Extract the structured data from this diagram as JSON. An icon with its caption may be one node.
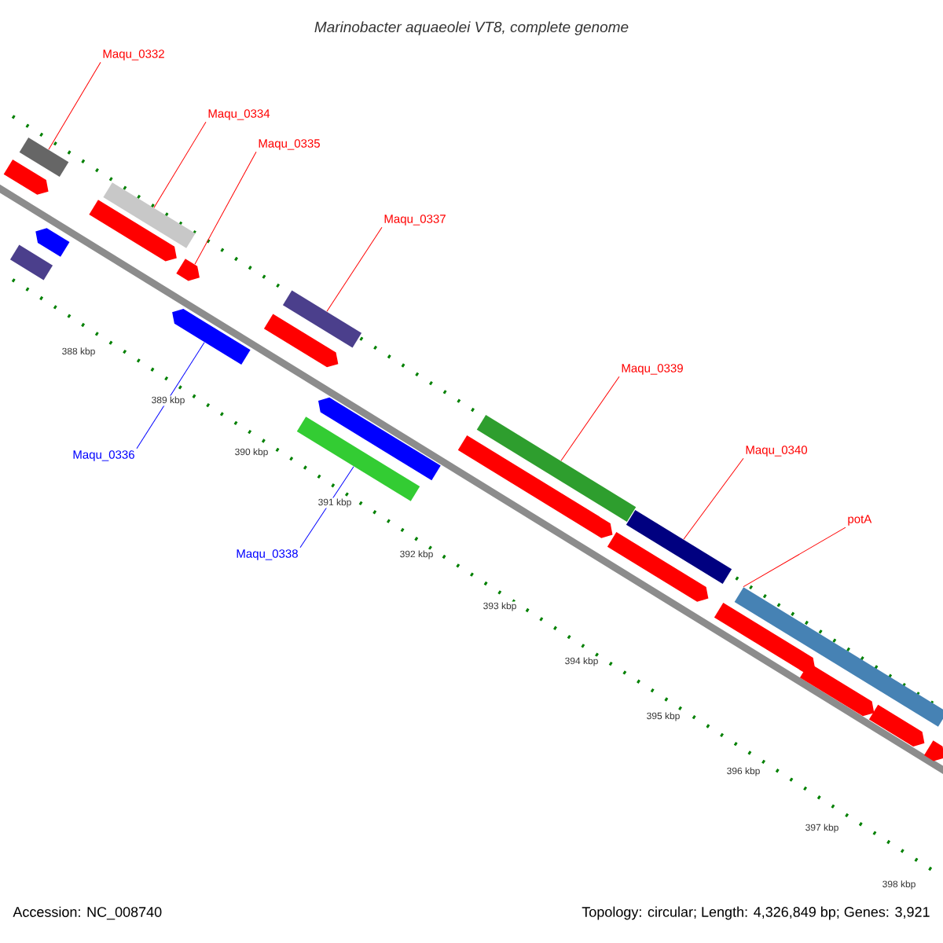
{
  "diagram": {
    "title": "Marinobacter aquaeolei VT8, complete genome",
    "nodes": [
      {
        "text": [
          "Maqu_0332"
        ]
      },
      {
        "text": [
          "Maqu_0334"
        ]
      },
      {
        "text": [
          "Maqu_0335"
        ]
      },
      {
        "text": [
          "Maqu_0337"
        ]
      },
      {
        "text": [
          "Maqu_0339"
        ]
      },
      {
        "text": [
          "Maqu_0340"
        ]
      },
      {
        "text": [
          "potA"
        ]
      },
      {
        "text": [
          "Maqu_0336"
        ]
      },
      {
        "text": [
          "Maqu_0338"
        ]
      },
      {
        "text": [],
        "shape": "bar"
      },
      {
        "text": [],
        "shape": "bar"
      },
      {
        "text": [],
        "shape": "bar"
      },
      {
        "text": [],
        "shape": "bar"
      },
      {
        "text": [],
        "shape": "bar"
      },
      {
        "text": [],
        "shape": "bar"
      },
      {
        "text": [],
        "shape": "bar"
      },
      {
        "text": [],
        "shape": "bar"
      },
      {
        "text": [],
        "shape": "bar"
      },
      {
        "text": [],
        "shape": "bar"
      },
      {
        "text": [],
        "shape": "bar"
      },
      {
        "text": [],
        "shape": "bar"
      },
      {
        "text": [],
        "shape": "bar"
      },
      {
        "text": [],
        "shape": "bar"
      },
      {
        "text": [],
        "shape": "bar"
      },
      {
        "text": [],
        "shape": "bar"
      },
      {
        "text": [],
        "shape": "bar"
      },
      {
        "text": [],
        "shape": "bar"
      },
      {
        "text": [],
        "shape": "bar"
      },
      {
        "text": [],
        "shape": "bar"
      },
      {
        "text": [],
        "shape": "bar"
      }
    ],
    "edges": [
      {
        "from": 0,
        "to": 9,
        "arrow": "none"
      },
      {
        "from": 1,
        "to": 10,
        "arrow": "none"
      },
      {
        "from": 2,
        "to": 11,
        "arrow": "none"
      },
      {
        "from": 3,
        "to": 12,
        "arrow": "none"
      },
      {
        "from": 4,
        "to": 13,
        "arrow": "none"
      },
      {
        "from": 5,
        "to": 14,
        "arrow": "none"
      },
      {
        "from": 6,
        "to": 15,
        "arrow": "none"
      },
      {
        "from": 7,
        "to": 16,
        "arrow": "none",
        "color": "#0000ff"
      },
      {
        "from": 8,
        "to": 17,
        "arrow": "none",
        "color": "#0000ff"
      }
    ],
    "labels": [
      "388 kbp",
      "389 kbp",
      "390 kbp",
      "391 kbp",
      "392 kbp",
      "393 kbp",
      "394 kbp",
      "395 kbp",
      "396 kbp",
      "397 kbp",
      "398 kbp",
      "Accession: NC_008740",
      "Topology: circular; Length: 4,326,849 bp; Genes: 3,921"
    ]
  }
}
